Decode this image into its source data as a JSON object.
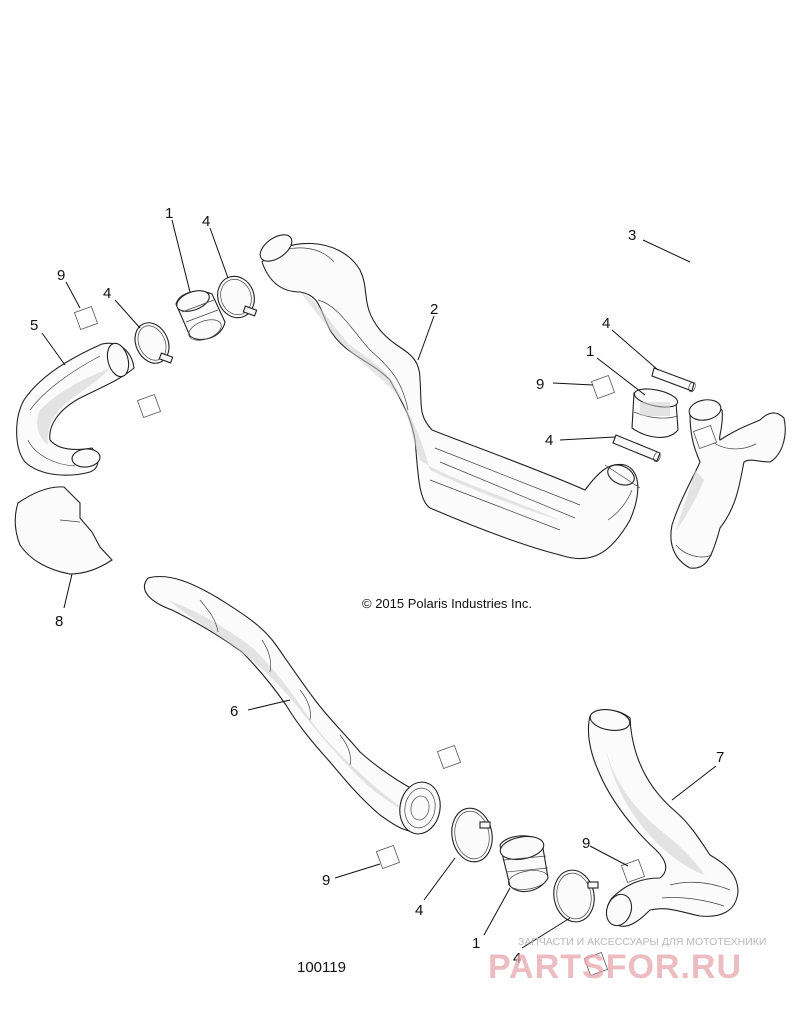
{
  "copyright": "© 2015 Polaris Industries Inc.",
  "figure_number": "100119",
  "watermark": {
    "tagline": "ЗАПЧАСТИ И АКСЕССУАРЫ ДЛЯ МОТОТЕХНИКИ",
    "brand": "PARTSFOR.RU"
  },
  "callouts": {
    "c1_top": "1",
    "c4_top": "4",
    "c9_left": "9",
    "c4_left": "4",
    "c5": "5",
    "c2": "2",
    "c3": "3",
    "c4_right_a": "4",
    "c1_right": "1",
    "c9_right": "9",
    "c4_right_b": "4",
    "c8": "8",
    "c6": "6",
    "c7": "7",
    "c9_bottom_left": "9",
    "c4_bottom": "4",
    "c1_bottom": "1",
    "c9_bottom_right": "9",
    "c4_bottom_right": "4"
  }
}
